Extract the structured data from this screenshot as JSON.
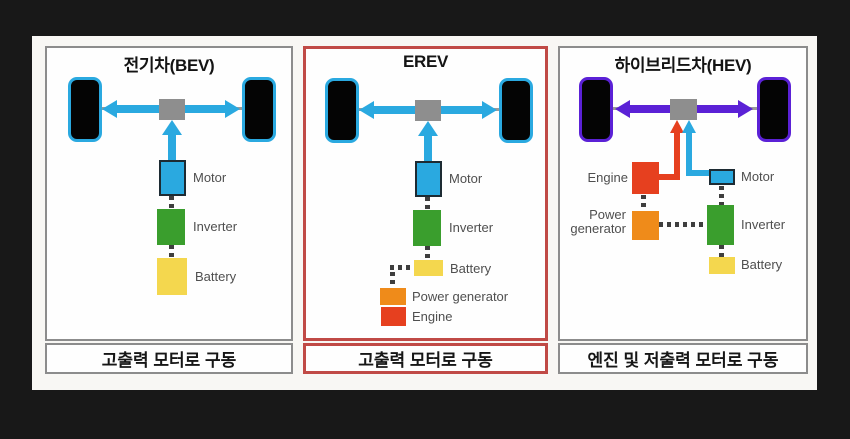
{
  "frame": {
    "background": "#181818",
    "canvas_background": "#f8f7f4"
  },
  "colors": {
    "bev_accent": "#2aa9e0",
    "hev_accent": "#5b21d6",
    "motor": "#2aa9e0",
    "inverter": "#3a9e2d",
    "battery": "#f4d74e",
    "power_generator": "#ef8b1a",
    "engine": "#e6401f",
    "axle_hub": "#8e8e8e",
    "panel_border": "#8c8c8c",
    "erev_border": "#c04a46"
  },
  "panels": [
    {
      "title": "전기차(BEV)",
      "footer": "고출력 모터로 구동",
      "components": {
        "motor": "Motor",
        "inverter": "Inverter",
        "battery": "Battery"
      }
    },
    {
      "title": "EREV",
      "footer": "고출력 모터로 구동",
      "components": {
        "motor": "Motor",
        "inverter": "Inverter",
        "battery": "Battery",
        "power_generator": "Power generator",
        "engine": "Engine"
      }
    },
    {
      "title": "하이브리드차(HEV)",
      "footer": "엔진 및 저출력 모터로 구동",
      "components": {
        "motor": "Motor",
        "inverter": "Inverter",
        "battery": "Battery",
        "power_line1": "Power",
        "power_line2": "generator",
        "engine": "Engine"
      }
    }
  ]
}
